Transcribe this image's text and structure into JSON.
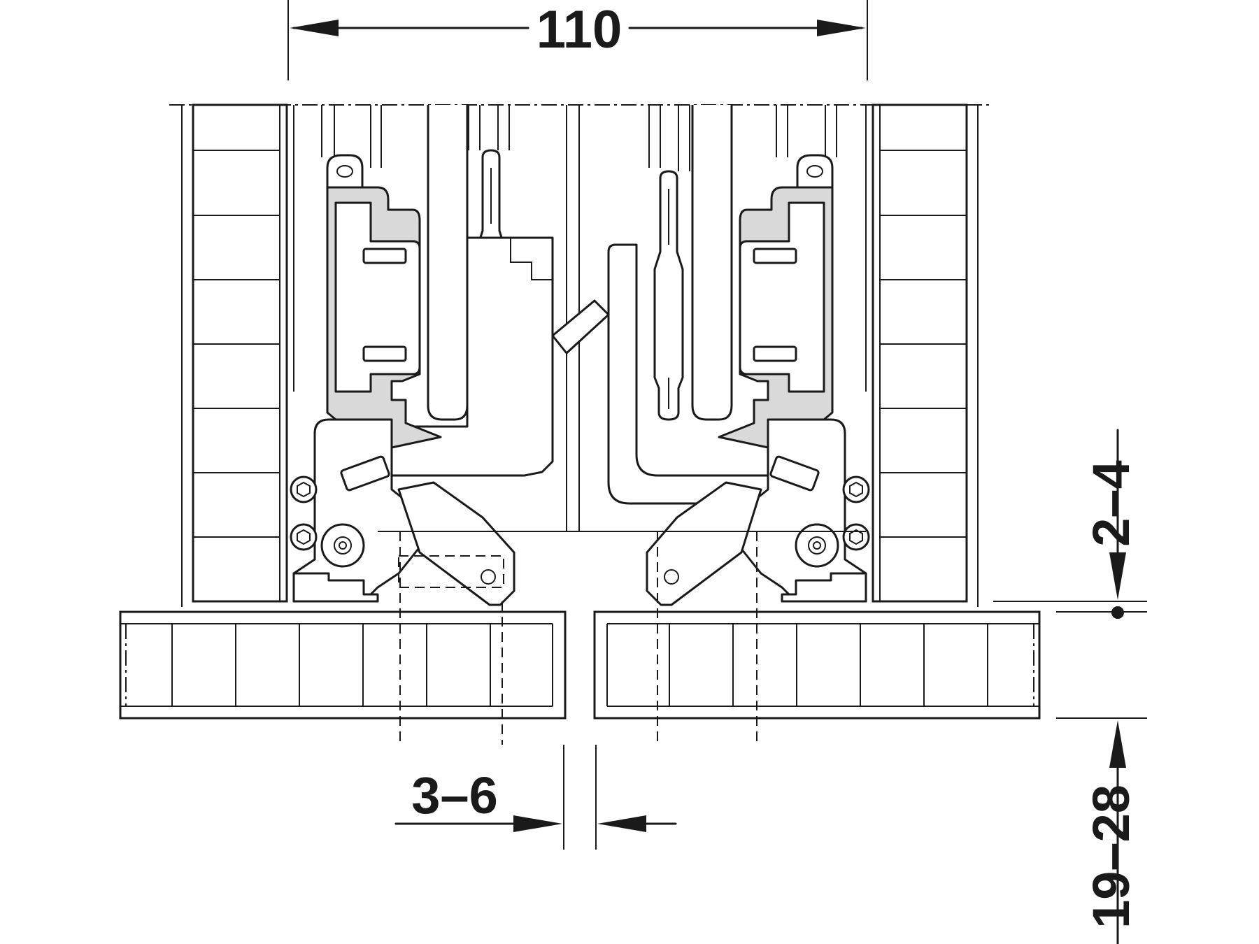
{
  "diagram": {
    "dimensions": {
      "top_width": "110",
      "vertical_gap": "2–4",
      "panel_thickness": "19–28",
      "horizontal_gap": "3–6"
    },
    "colors": {
      "line": "#1a1a1a",
      "shade": "#d9d9d9",
      "background": "#ffffff"
    }
  }
}
